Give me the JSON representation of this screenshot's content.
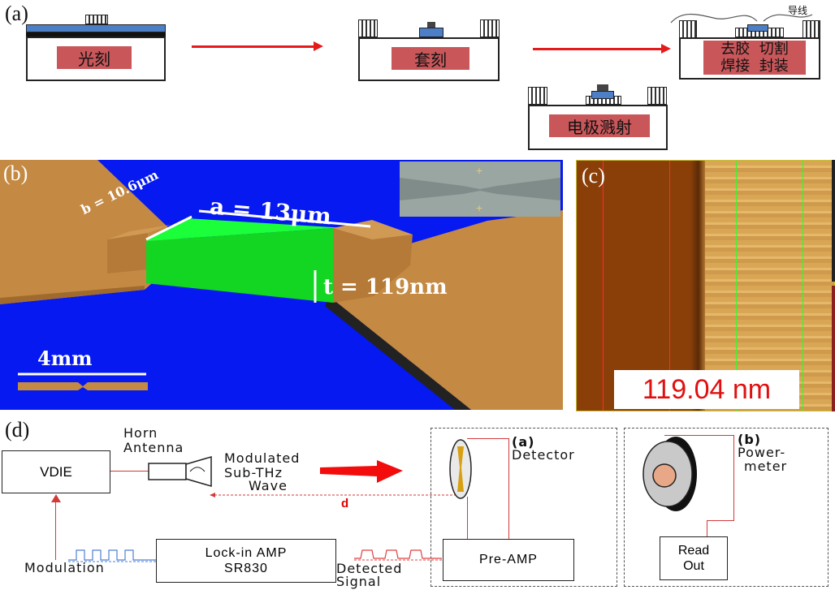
{
  "panel_a": {
    "label": "(a)",
    "step1": "光刻",
    "step2": "套刻",
    "step3": "电极溅射",
    "step4_line1": "去胶  切割",
    "step4_line2": "焊接  封装",
    "wire_label": "导线"
  },
  "panel_b": {
    "label": "(b)",
    "dim_b": "b = 10.6μm",
    "dim_a": "a = 13μm",
    "dim_t": "t = 119nm",
    "scale": "4mm"
  },
  "panel_c": {
    "label": "(c)",
    "measurement": "119.04 nm"
  },
  "panel_d": {
    "label": "(d)",
    "vdie": "VDIE",
    "horn_line1": "Horn",
    "horn_line2": "Antenna",
    "wave_line1": "Modulated",
    "wave_line2": "Sub-THz",
    "wave_line3": "Wave",
    "distance": "d",
    "detector_tag": "(a)",
    "detector": "Detector",
    "power_tag": "(b)",
    "power_line1": "Power-",
    "power_line2": "meter",
    "lockin_line1": "Lock-in AMP",
    "lockin_line2": "SR830",
    "modulation": "Modulation",
    "detected_line1": "Detected",
    "detected_line2": "Signal",
    "preamp": "Pre-AMP",
    "readout_line1": "Read",
    "readout_line2": "Out"
  }
}
